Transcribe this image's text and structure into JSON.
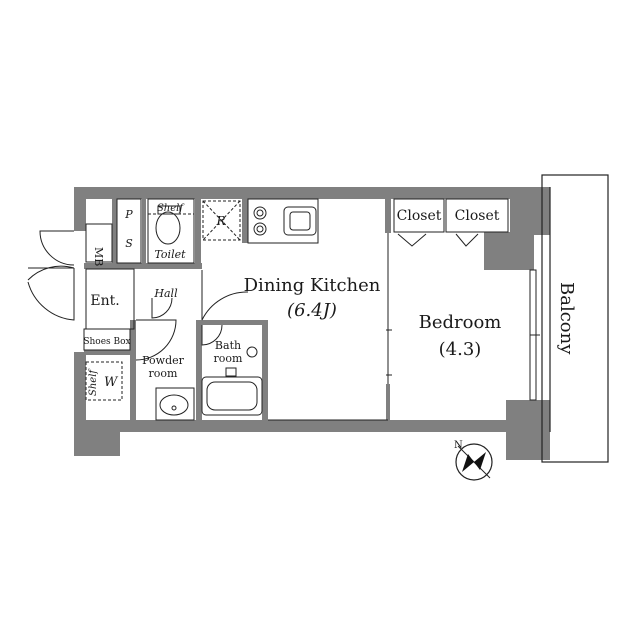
{
  "rooms": {
    "dining_kitchen": "Dining Kitchen",
    "dining_kitchen_size": "(6.4J)",
    "bedroom": "Bedroom",
    "bedroom_size": "(4.3)",
    "balcony": "Balcony",
    "closet_1": "Closet",
    "closet_2": "Closet",
    "entrance": "Ent.",
    "shoes_box": "Shoes Box",
    "hall": "Hall",
    "toilet": "Toilet",
    "shelf_toilet": "Shelf",
    "powder_room": "Powder\nroom",
    "bath_room": "Bath\nroom",
    "mb": "MB",
    "ps": "P\nS",
    "refrigerator": "R",
    "shelf_powder": "Shelf",
    "washer": "W"
  },
  "compass": {
    "north_label": "N"
  },
  "colors": {
    "wall": "#808080",
    "line": "#222222"
  }
}
